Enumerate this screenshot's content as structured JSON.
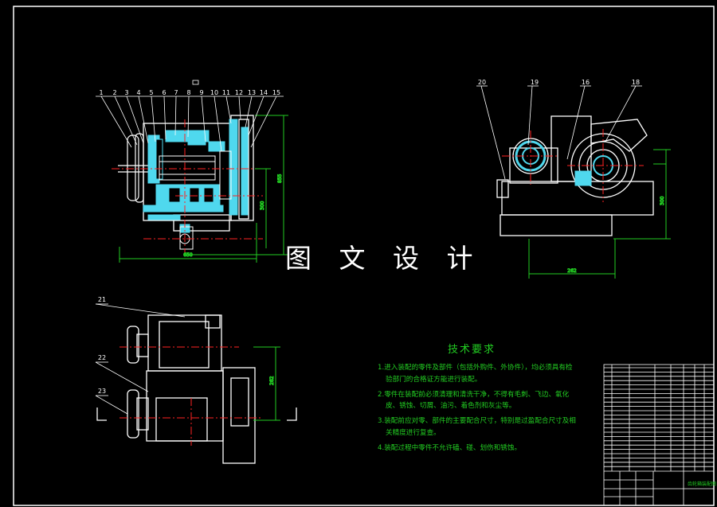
{
  "watermark": "图 文 设 计",
  "technical_requirements": {
    "title": "技术要求",
    "items": [
      "1.进入装配的零件及部件（包括外购件、外协件），均必须具有检",
      "验部门的合格证方能进行装配。",
      "2.零件在装配前必须清理和清洗干净，不得有毛刺、飞边、氧化",
      "皮、锈蚀、切屑、油污、着色剂和灰尘等。",
      "3.装配前应对零、部件的主要配合尺寸，特别是过盈配合尺寸及相",
      "关精度进行复查。",
      "4.装配过程中零件不允许磕、碰、划伤和锈蚀。"
    ]
  },
  "front_view": {
    "part_numbers": [
      "1",
      "2",
      "3",
      "4",
      "5",
      "6",
      "7",
      "8",
      "9",
      "10",
      "11",
      "12",
      "13",
      "14",
      "15"
    ],
    "dimensions": {
      "overall_width": "650",
      "overall_height": "855",
      "center_height": "300"
    }
  },
  "side_view": {
    "part_numbers": [
      "20",
      "19",
      "16",
      "18"
    ],
    "dimensions": {
      "width": "262",
      "height": "300"
    }
  },
  "top_view": {
    "part_numbers": [
      "21",
      "22",
      "23"
    ],
    "dimensions": {
      "depth": "262"
    }
  },
  "title_block": {
    "drawing_name": "齿轮箱装配图"
  },
  "colors": {
    "background": "#000000",
    "outline": "#ffffff",
    "dimension": "#22cc22",
    "centerline": "#ff2222",
    "part_fill": "#4fd8ee",
    "leader": "#ffffff"
  }
}
